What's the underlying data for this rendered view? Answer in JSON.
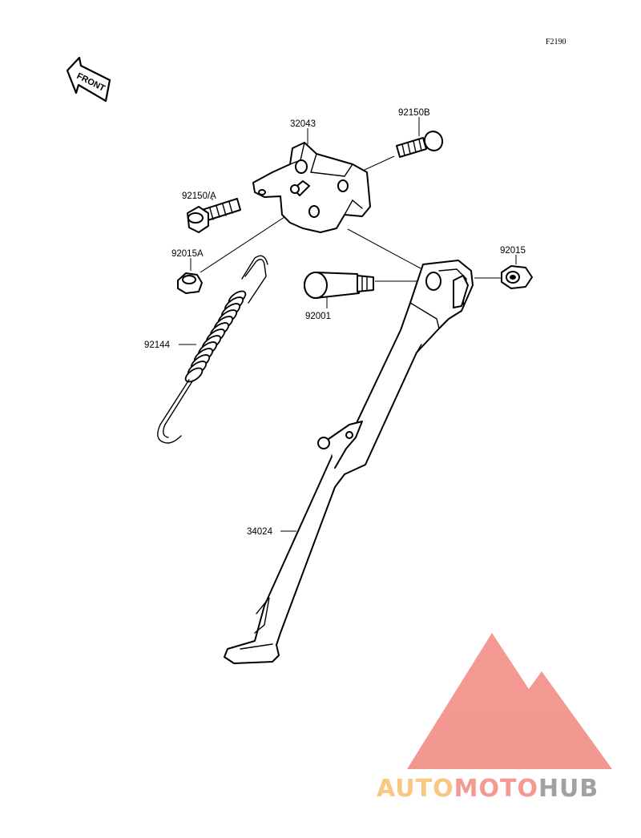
{
  "figure_code": "F2190",
  "direction_arrow": {
    "label": "FRONT"
  },
  "parts": [
    {
      "id": "32043"
    },
    {
      "id": "92150B"
    },
    {
      "id": "92150/A"
    },
    {
      "id": "92015A"
    },
    {
      "id": "92144"
    },
    {
      "id": "92001"
    },
    {
      "id": "92015"
    },
    {
      "id": "34024"
    }
  ],
  "watermark": {
    "words": [
      "AUTO",
      "MOTO",
      "HUB"
    ],
    "colors": {
      "auto": "#f9c27a",
      "moto": "#f5928a",
      "hub": "#9a9a9a",
      "logo": "#f39088"
    }
  }
}
